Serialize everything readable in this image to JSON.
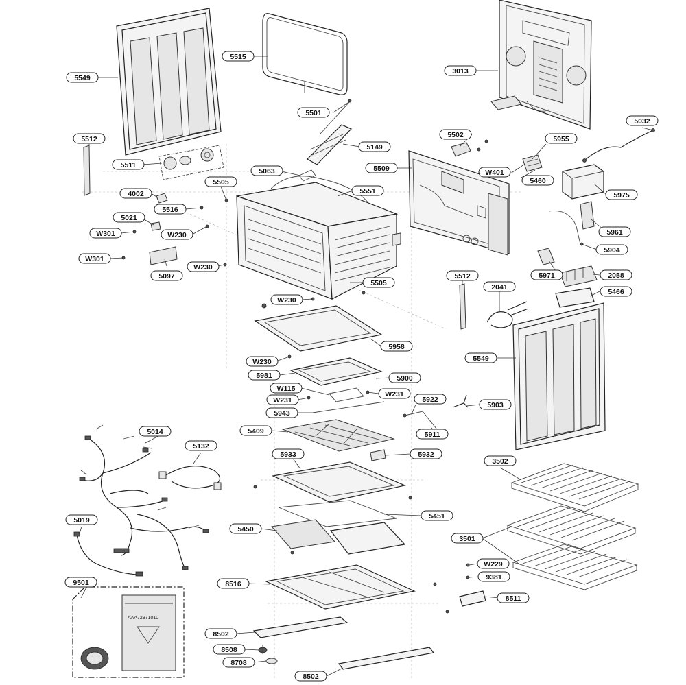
{
  "diagram": {
    "labels": [
      {
        "id": "5549",
        "text": "5549"
      },
      {
        "id": "5515",
        "text": "5515"
      },
      {
        "id": "3013",
        "text": "3013"
      },
      {
        "id": "5501",
        "text": "5501"
      },
      {
        "id": "5032",
        "text": "5032"
      },
      {
        "id": "5512",
        "text": "5512"
      },
      {
        "id": "5149",
        "text": "5149"
      },
      {
        "id": "5502",
        "text": "5502"
      },
      {
        "id": "5955",
        "text": "5955"
      },
      {
        "id": "5511",
        "text": "5511"
      },
      {
        "id": "5063",
        "text": "5063"
      },
      {
        "id": "5509",
        "text": "5509"
      },
      {
        "id": "W401",
        "text": "W401"
      },
      {
        "id": "5460",
        "text": "5460"
      },
      {
        "id": "5505",
        "text": "5505"
      },
      {
        "id": "5551",
        "text": "5551"
      },
      {
        "id": "4002",
        "text": "4002"
      },
      {
        "id": "5975",
        "text": "5975"
      },
      {
        "id": "5516",
        "text": "5516"
      },
      {
        "id": "5021",
        "text": "5021"
      },
      {
        "id": "W301",
        "text": "W301"
      },
      {
        "id": "W230",
        "text": "W230"
      },
      {
        "id": "5961",
        "text": "5961"
      },
      {
        "id": "5904",
        "text": "5904"
      },
      {
        "id": "5097",
        "text": "5097"
      },
      {
        "id": "5971",
        "text": "5971"
      },
      {
        "id": "2058",
        "text": "2058"
      },
      {
        "id": "2041",
        "text": "2041"
      },
      {
        "id": "5466",
        "text": "5466"
      },
      {
        "id": "5958",
        "text": "5958"
      },
      {
        "id": "5981",
        "text": "5981"
      },
      {
        "id": "5900",
        "text": "5900"
      },
      {
        "id": "W115",
        "text": "W115"
      },
      {
        "id": "W231",
        "text": "W231"
      },
      {
        "id": "5922",
        "text": "5922"
      },
      {
        "id": "5903",
        "text": "5903"
      },
      {
        "id": "5943",
        "text": "5943"
      },
      {
        "id": "5014",
        "text": "5014"
      },
      {
        "id": "5409",
        "text": "5409"
      },
      {
        "id": "5911",
        "text": "5911"
      },
      {
        "id": "5132",
        "text": "5132"
      },
      {
        "id": "5933",
        "text": "5933"
      },
      {
        "id": "5932",
        "text": "5932"
      },
      {
        "id": "3502",
        "text": "3502"
      },
      {
        "id": "5451",
        "text": "5451"
      },
      {
        "id": "5019",
        "text": "5019"
      },
      {
        "id": "5450",
        "text": "5450"
      },
      {
        "id": "3501",
        "text": "3501"
      },
      {
        "id": "W229",
        "text": "W229"
      },
      {
        "id": "9381",
        "text": "9381"
      },
      {
        "id": "9501",
        "text": "9501"
      },
      {
        "id": "8516",
        "text": "8516"
      },
      {
        "id": "8511",
        "text": "8511"
      },
      {
        "id": "8502",
        "text": "8502"
      },
      {
        "id": "8508",
        "text": "8508"
      },
      {
        "id": "8708",
        "text": "8708"
      }
    ],
    "kit_bag_code": "AAA72971010"
  }
}
